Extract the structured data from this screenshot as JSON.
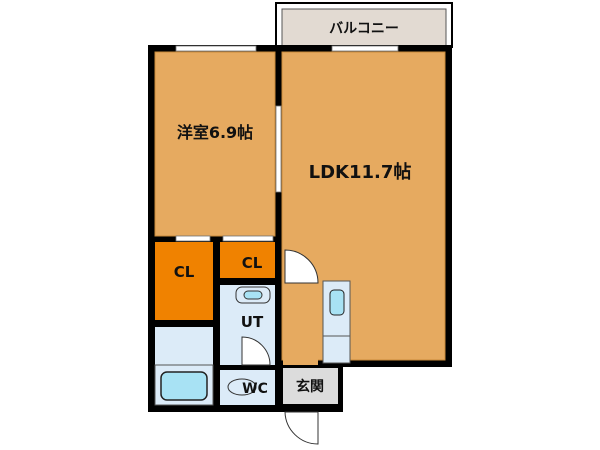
{
  "rooms": {
    "balcony": "バルコニー",
    "western_room": "洋室6.9帖",
    "ldk": "LDK11.7帖",
    "closet_1": "CL",
    "closet_2": "CL",
    "utility": "UT",
    "toilet": "WC",
    "entrance": "玄関"
  },
  "colors": {
    "room": "#E6AA60",
    "closet": "#F08200",
    "wet_area": "#DCEBF8",
    "fixture": "#A8E2F4",
    "balcony": "#E2DAD2",
    "entrance": "#DCDCDC",
    "wall": "#000000"
  }
}
